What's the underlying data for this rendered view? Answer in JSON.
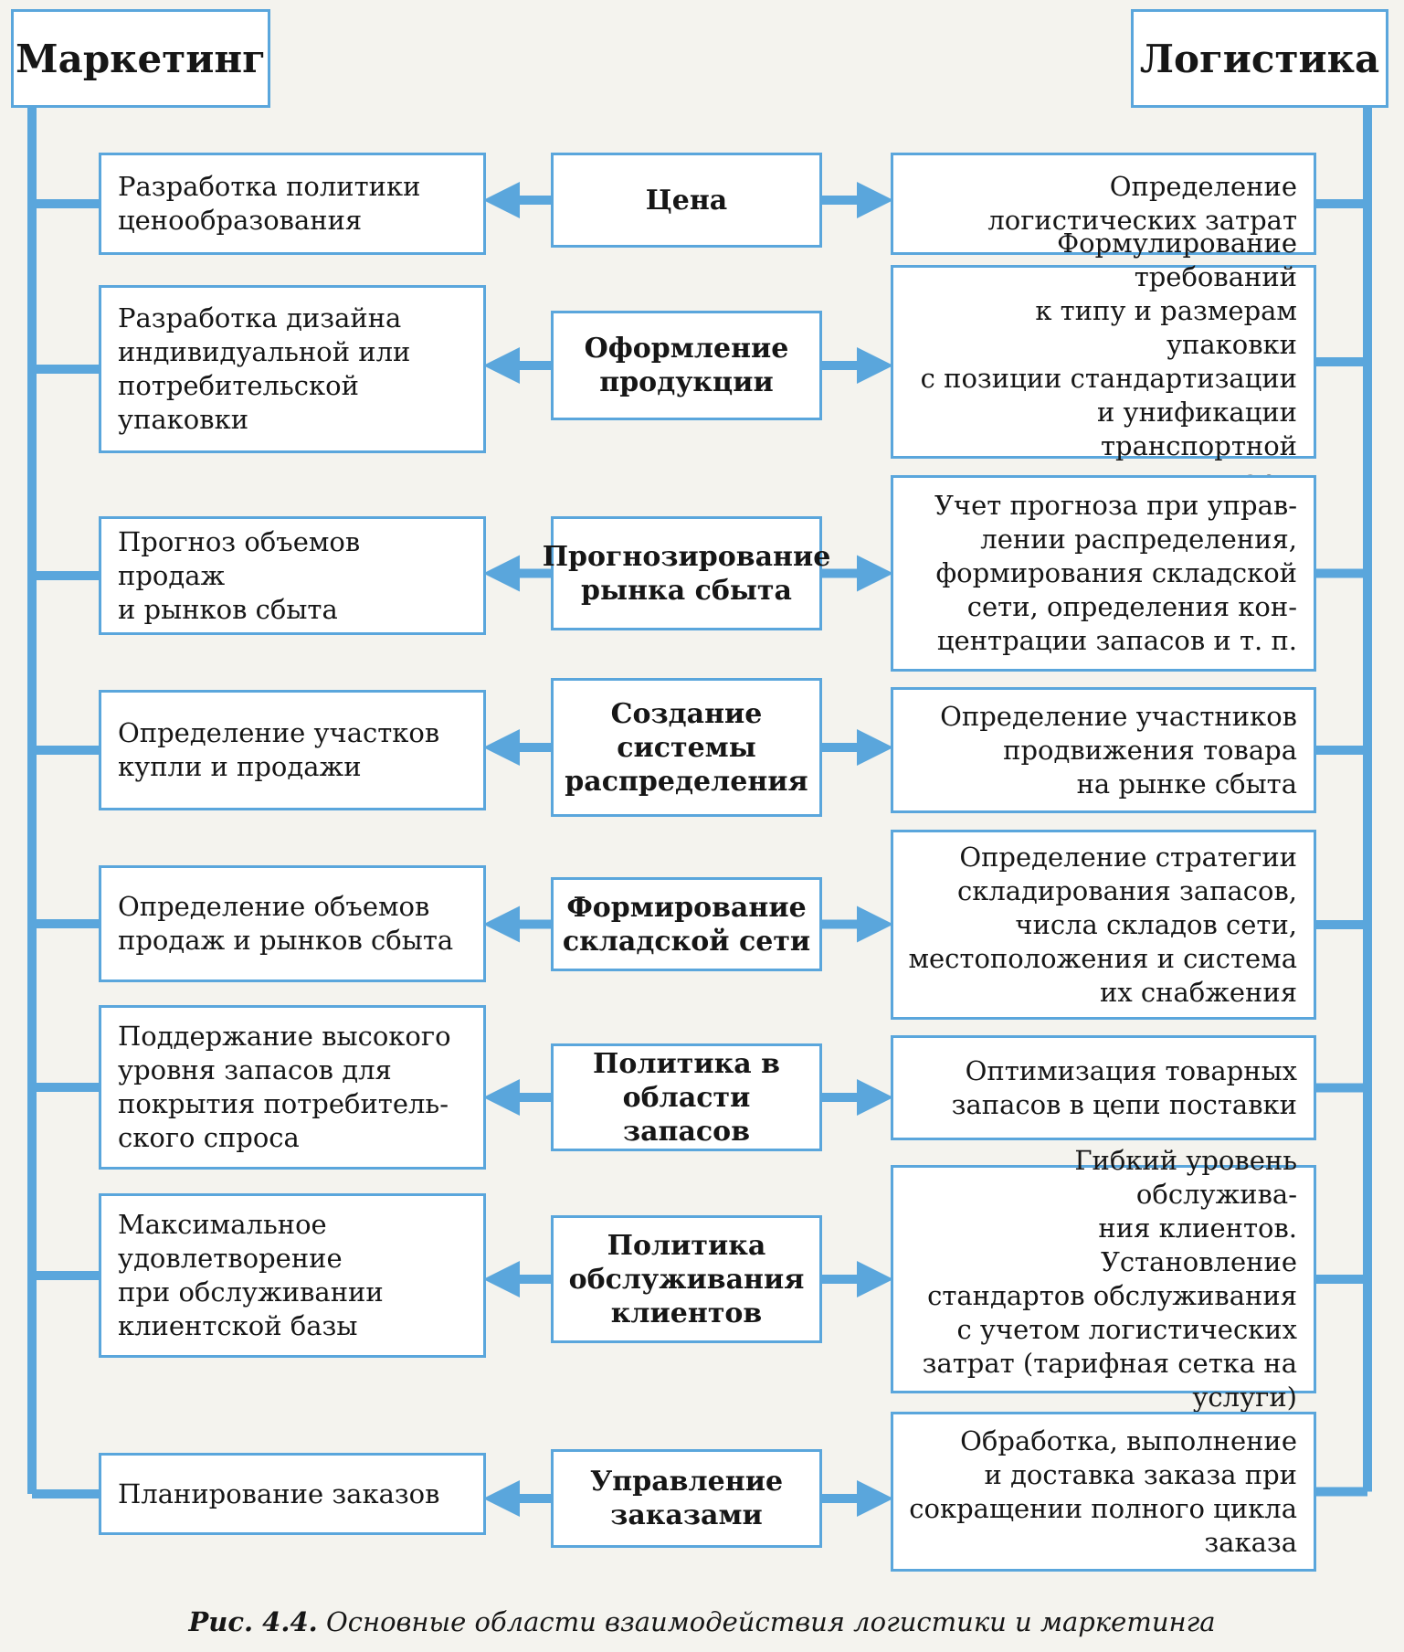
{
  "header_left": "Маркетинг",
  "header_right": "Логистика",
  "colors": {
    "line": "#5aa6dc",
    "border": "#5aa6dc"
  },
  "rows": [
    {
      "left": "Разработка политики\nценообразования",
      "center": "Цена",
      "right": "Определение\nлогистических затрат"
    },
    {
      "left": "Разработка дизайна\nиндивидуальной или\nпотребительской\nупаковки",
      "center": "Оформление\nпродукции",
      "right": "Формулирование требований\nк типу и размерам упаковки\nс позиции стандартизации\nи унификации транспортной\nтары"
    },
    {
      "left": "Прогноз объемов продаж\nи рынков сбыта",
      "center": "Прогнозирование\nрынка сбыта",
      "right": "Учет прогноза при управ-\nлении распределения,\nформирования складской\nсети, определения кон-\nцентрации запасов и т. п."
    },
    {
      "left": "Определение участков\nкупли и продажи",
      "center": "Создание\nсистемы\nраспределения",
      "right": "Определение участников\nпродвижения товара\nна рынке сбыта"
    },
    {
      "left": "Определение объемов\nпродаж и рынков сбыта",
      "center": "Формирование\nскладской сети",
      "right": "Определение стратегии\nскладирования запасов,\nчисла складов сети,\nместоположения и система\nих снабжения"
    },
    {
      "left": "Поддержание высокого\nуровня запасов для\nпокрытия потребитель-\nского спроса",
      "center": "Политика в\nобласти запасов",
      "right": "Оптимизация товарных\nзапасов в цепи поставки"
    },
    {
      "left": "Максимальное\nудовлетворение\nпри обслуживании\nклиентской базы",
      "center": "Политика\nобслуживания\nклиентов",
      "right": "Гибкий уровень обслужива-\nния клиентов. Установление\nстандартов обслуживания\nс учетом логистических\nзатрат (тарифная сетка на\nуслуги)"
    },
    {
      "left": "Планирование заказов",
      "center": "Управление\nзаказами",
      "right": "Обработка, выполнение\nи доставка заказа при\nсокращении полного цикла\nзаказа"
    }
  ],
  "caption_label": "Рис. 4.4.",
  "caption_text": "Основные области взаимодействия логистики и маркетинга"
}
